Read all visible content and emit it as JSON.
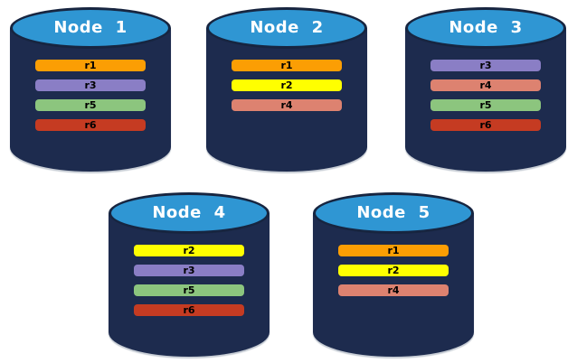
{
  "diagram": {
    "background_color": "#ffffff",
    "cylinder": {
      "body_color": "#1D2B4E",
      "top_color": "#2F96D3",
      "outline_color": "#172540",
      "title_text_color": "#ffffff"
    },
    "replica_label_text_color": "#000000",
    "replica_colors": {
      "r1": "#FB9E04",
      "r2": "#FFFF00",
      "r3": "#8A7EC5",
      "r4": "#DD8270",
      "r5": "#8CC57E",
      "r6": "#C53B22"
    },
    "nodes": [
      {
        "label": "Node 1",
        "replicas": [
          "r1",
          "r3",
          "r5",
          "r6"
        ]
      },
      {
        "label": "Node 2",
        "replicas": [
          "r1",
          "r2",
          "r4"
        ]
      },
      {
        "label": "Node 3",
        "replicas": [
          "r3",
          "r4",
          "r5",
          "r6"
        ]
      },
      {
        "label": "Node 4",
        "replicas": [
          "r2",
          "r3",
          "r5",
          "r6"
        ]
      },
      {
        "label": "Node 5",
        "replicas": [
          "r1",
          "r2",
          "r4"
        ]
      }
    ]
  }
}
